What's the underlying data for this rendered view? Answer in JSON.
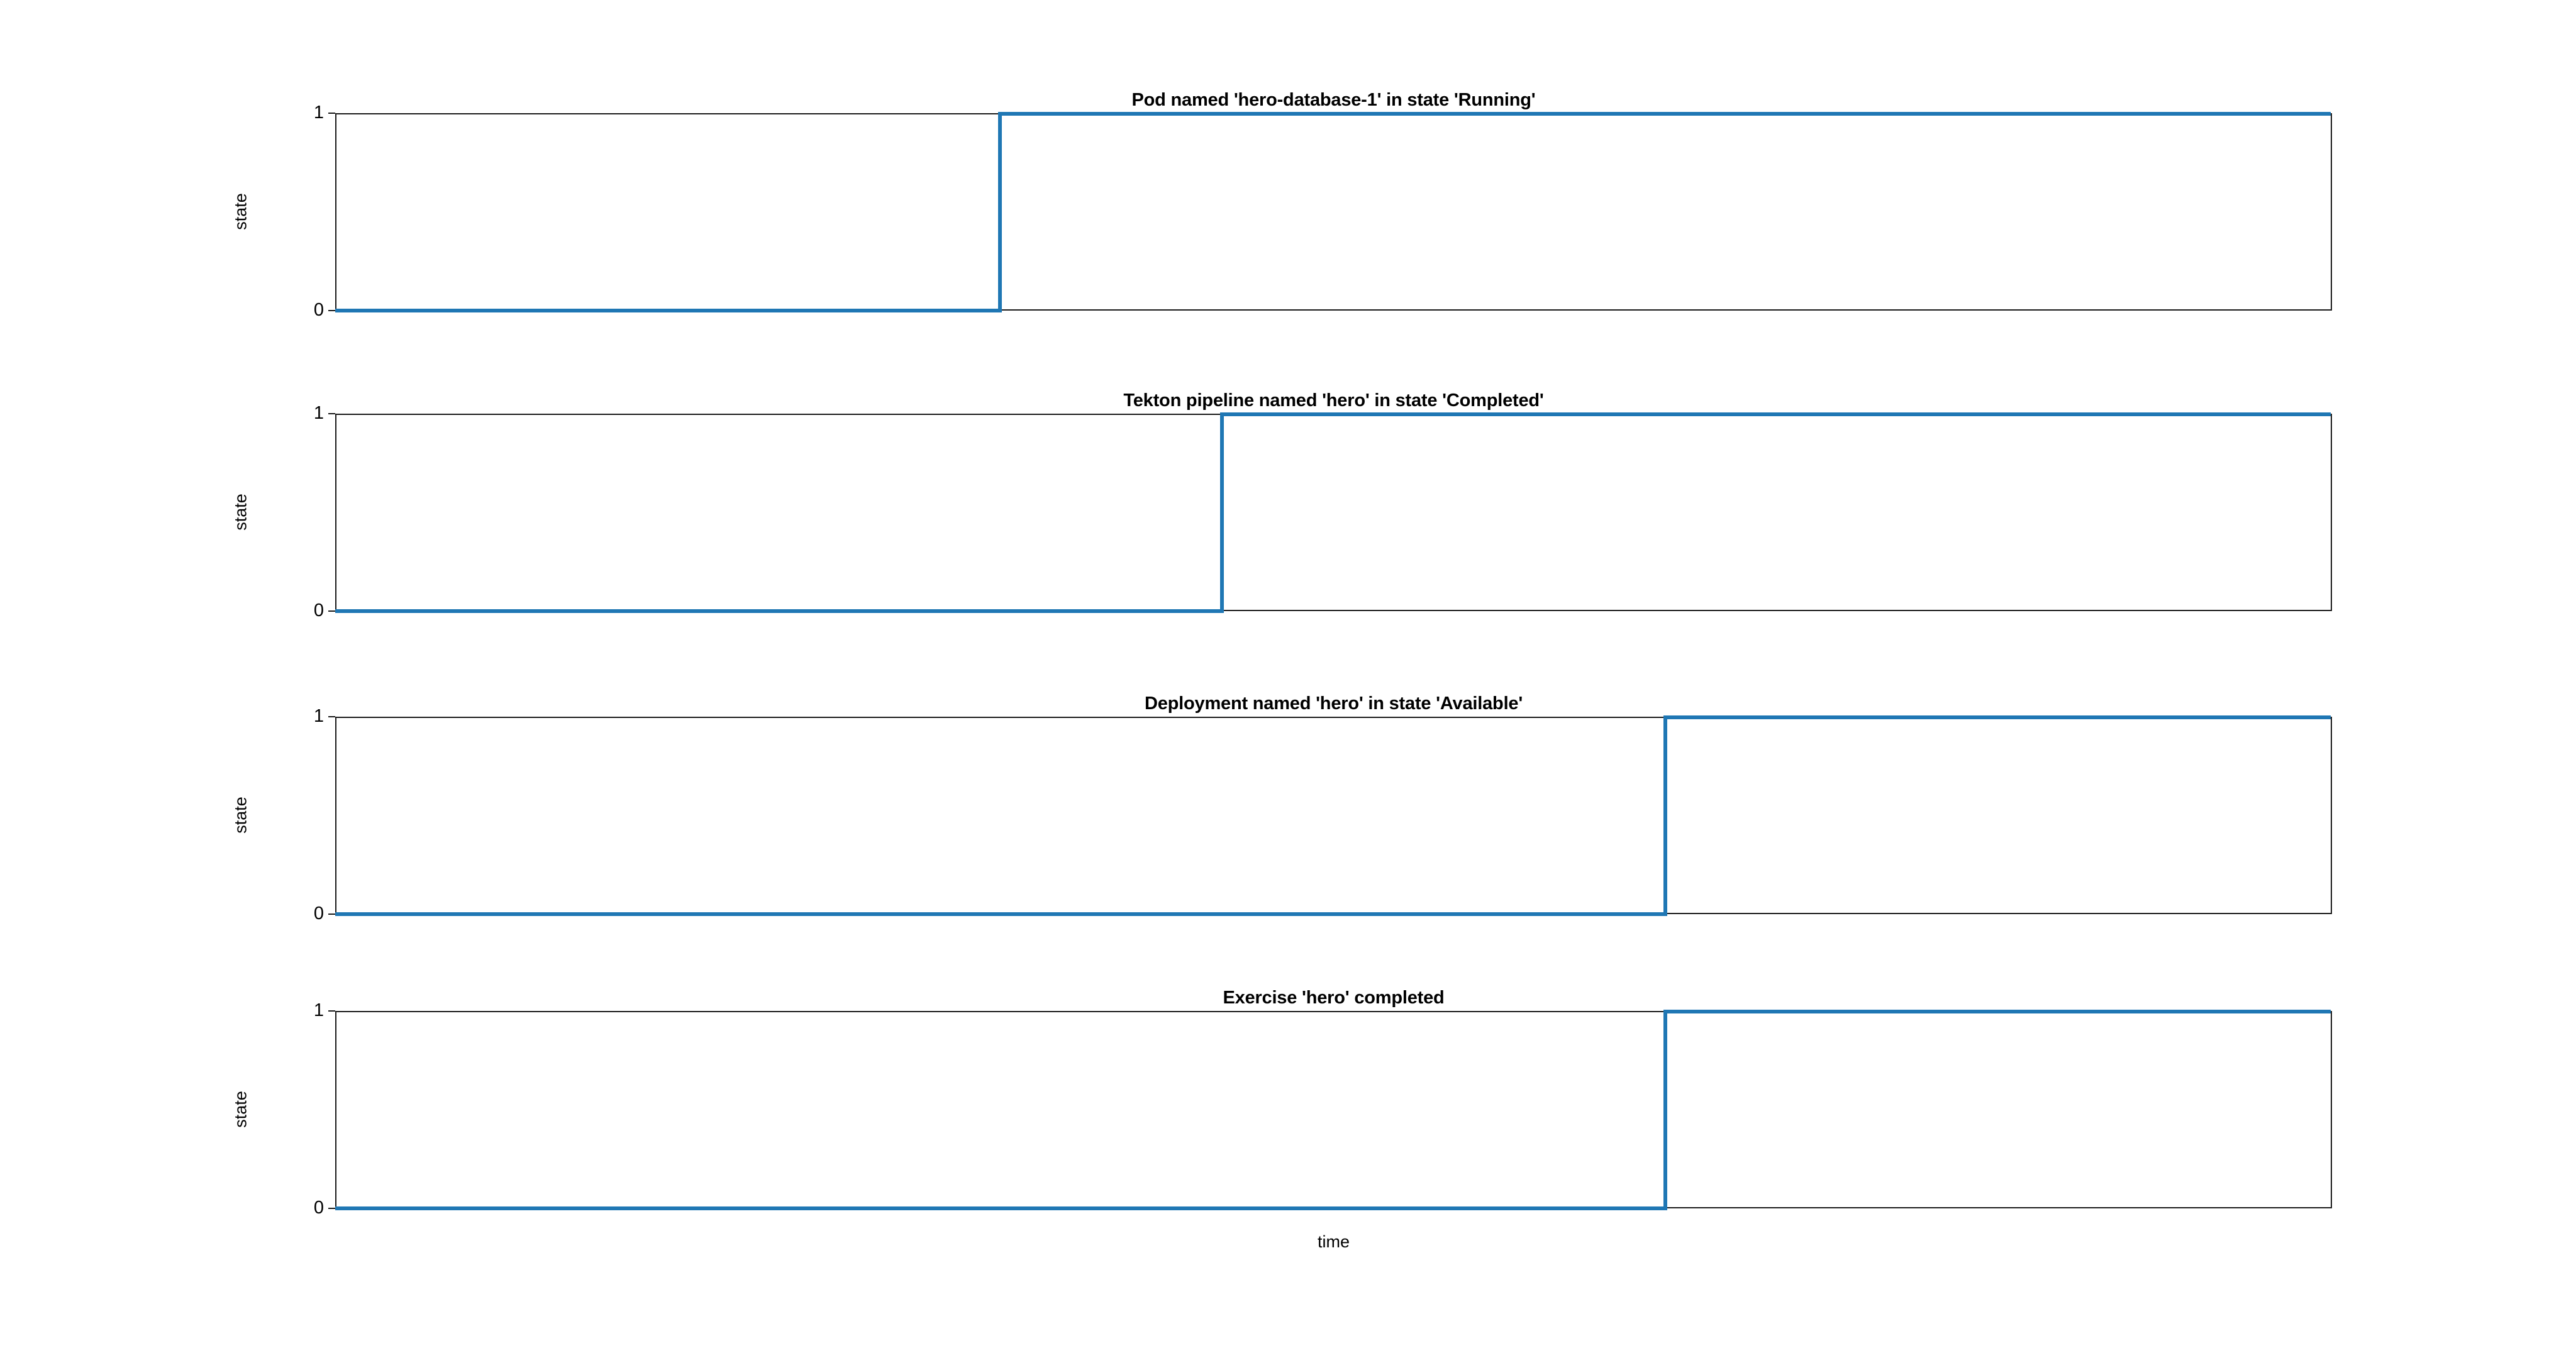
{
  "figure": {
    "background_color": "#ffffff",
    "line_color": "#1f77b4",
    "spine_color": "#1a1a1a",
    "xlabel": "time"
  },
  "chart_data": {
    "type": "line",
    "title": "",
    "xlabel": "time",
    "ylabel": "state",
    "ylim": [
      0,
      1
    ],
    "yticks": [
      0,
      1
    ],
    "ytick_labels": [
      "0",
      "1"
    ],
    "xticks": [],
    "xtick_labels": [],
    "grid": false,
    "legend": null,
    "drawstyle": "steps-post",
    "subplots": [
      {
        "index": 0,
        "title": "Pod named 'hero-database-1' in state 'Running'",
        "ylabel": "state",
        "ytick_labels": [
          "0",
          "1"
        ],
        "series_name": "state",
        "color": "#1f77b4",
        "transition_x": 0.333,
        "x": [
          0.0,
          0.333,
          1.0
        ],
        "y": [
          0,
          1,
          1
        ],
        "values_before": 0,
        "values_after": 1
      },
      {
        "index": 1,
        "title": "Tekton pipeline named 'hero' in state 'Completed'",
        "ylabel": "state",
        "ytick_labels": [
          "0",
          "1"
        ],
        "series_name": "state",
        "color": "#1f77b4",
        "transition_x": 0.444,
        "x": [
          0.0,
          0.444,
          1.0
        ],
        "y": [
          0,
          1,
          1
        ],
        "values_before": 0,
        "values_after": 1
      },
      {
        "index": 2,
        "title": "Deployment named 'hero' in state 'Available'",
        "ylabel": "state",
        "ytick_labels": [
          "0",
          "1"
        ],
        "series_name": "state",
        "color": "#1f77b4",
        "transition_x": 0.666,
        "x": [
          0.0,
          0.666,
          1.0
        ],
        "y": [
          0,
          1,
          1
        ],
        "values_before": 0,
        "values_after": 1
      },
      {
        "index": 3,
        "title": "Exercise 'hero' completed",
        "ylabel": "state",
        "ytick_labels": [
          "0",
          "1"
        ],
        "series_name": "state",
        "color": "#1f77b4",
        "transition_x": 0.666,
        "x": [
          0.0,
          0.666,
          1.0
        ],
        "y": [
          0,
          1,
          1
        ],
        "values_before": 0,
        "values_after": 1
      }
    ]
  }
}
